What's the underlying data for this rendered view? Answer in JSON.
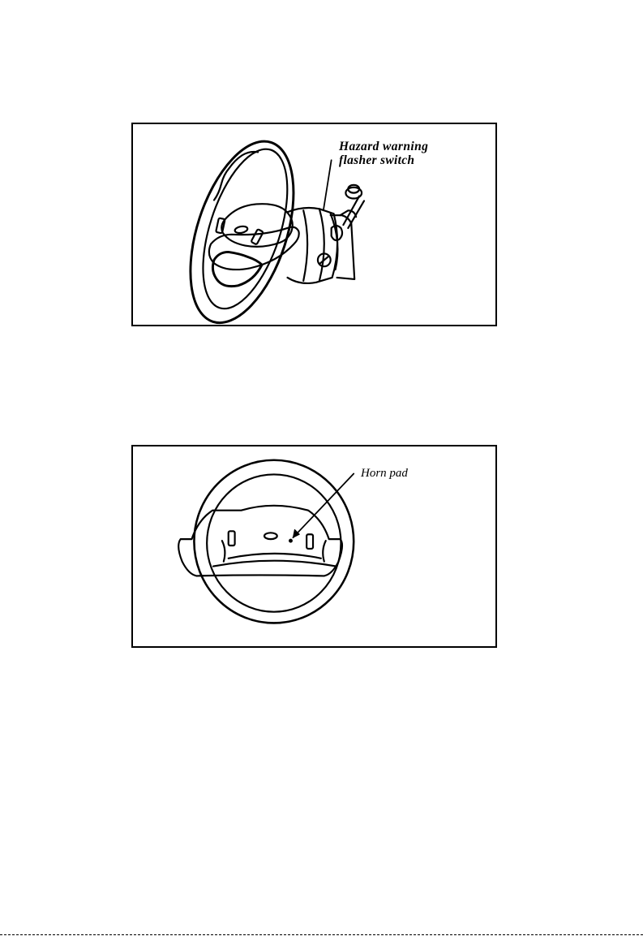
{
  "figure_hazard": {
    "callout_line1": "Hazard warning",
    "callout_line2": "flasher switch"
  },
  "figure_horn": {
    "callout": "Horn pad"
  }
}
